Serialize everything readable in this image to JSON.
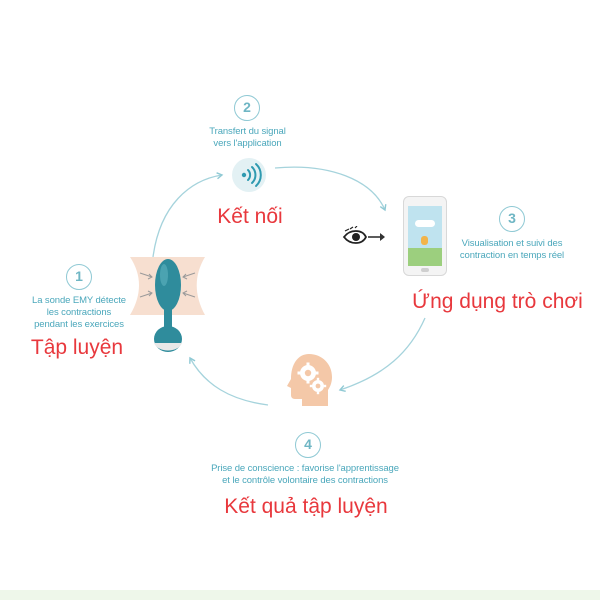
{
  "steps": [
    {
      "number": "1",
      "description": [
        "La sonde EMY détecte",
        "les contractions",
        "pendant les exercices"
      ],
      "label": "Tập luyện"
    },
    {
      "number": "2",
      "description": [
        "Transfert du signal",
        "vers l'application"
      ],
      "label": "Kết nối"
    },
    {
      "number": "3",
      "description": [
        "Visualisation et suivi des",
        "contraction en temps réel"
      ],
      "label": "Ứng dụng trò chơi"
    },
    {
      "number": "4",
      "description": [
        "Prise de conscience : favorise l'apprentissage",
        "et le contrôle volontaire des contractions"
      ],
      "label": "Kết quả tập luyện"
    }
  ],
  "colors": {
    "accent": "#5bb3c4",
    "label": "#e8383d",
    "probe": "#2f8c9c",
    "head": "#f4c8a8",
    "body_area": "#f7dfd0"
  },
  "icons": {
    "step1": "emy-probe-icon",
    "step2": "wireless-signal-icon",
    "step3": "smartphone-app-icon",
    "step3_extra": "eye-icon",
    "step4": "head-gears-icon"
  }
}
